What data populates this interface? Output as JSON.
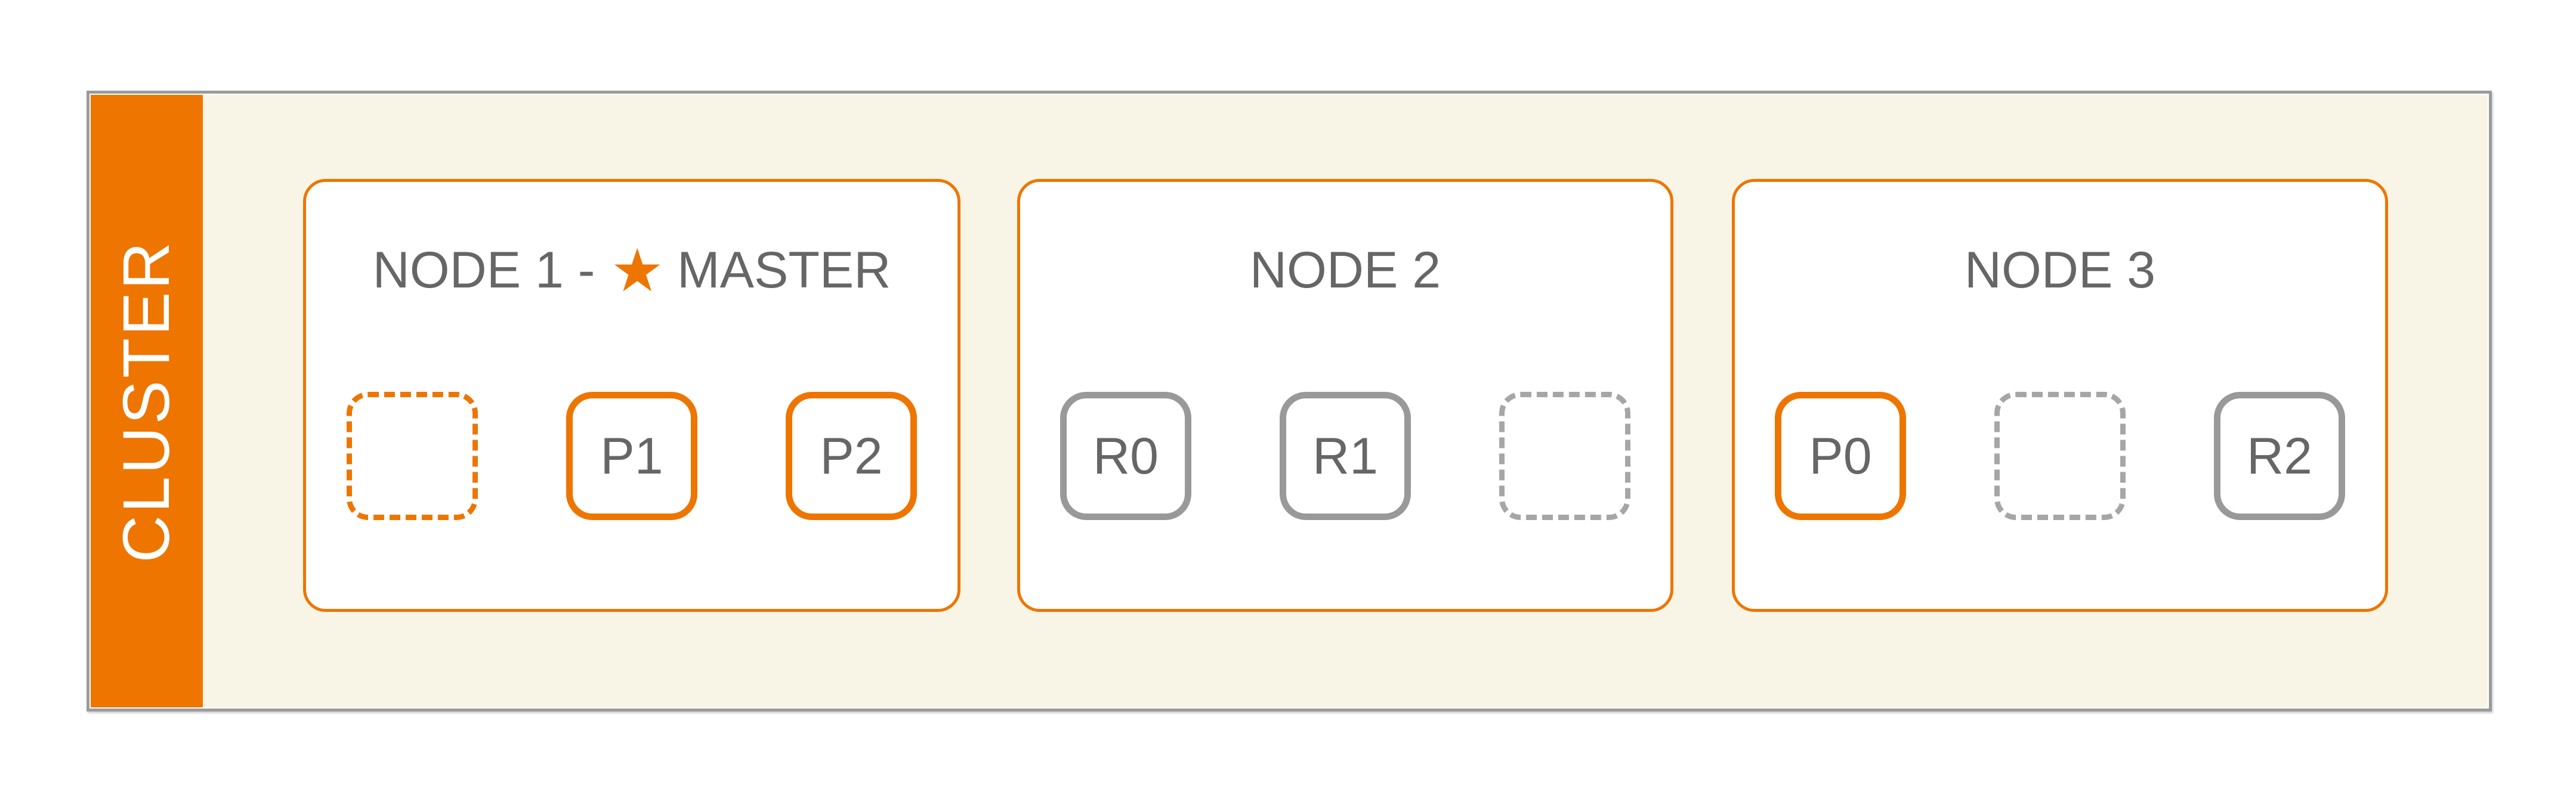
{
  "colors": {
    "accent": "#ee7500",
    "frame_border": "#9b9b9b",
    "canvas_bg": "#f9f5e6",
    "node_bg": "#ffffff",
    "text_gray": "#666666",
    "replica_gray": "#999999",
    "empty_gray": "#a6a6a6",
    "label_white": "#ffffff"
  },
  "cluster": {
    "label": "CLUSTER",
    "nodes": [
      {
        "title_prefix": "NODE 1 -",
        "master_star_icon": "★",
        "title_suffix": "MASTER",
        "shards": [
          {
            "type": "empty-primary-slot",
            "label": ""
          },
          {
            "type": "primary",
            "label": "P1"
          },
          {
            "type": "primary",
            "label": "P2"
          }
        ]
      },
      {
        "title": "NODE 2",
        "shards": [
          {
            "type": "replica",
            "label": "R0"
          },
          {
            "type": "replica",
            "label": "R1"
          },
          {
            "type": "empty-replica-slot",
            "label": ""
          }
        ]
      },
      {
        "title": "NODE 3",
        "shards": [
          {
            "type": "primary",
            "label": "P0"
          },
          {
            "type": "empty-replica-slot",
            "label": ""
          },
          {
            "type": "replica",
            "label": "R2"
          }
        ]
      }
    ]
  }
}
